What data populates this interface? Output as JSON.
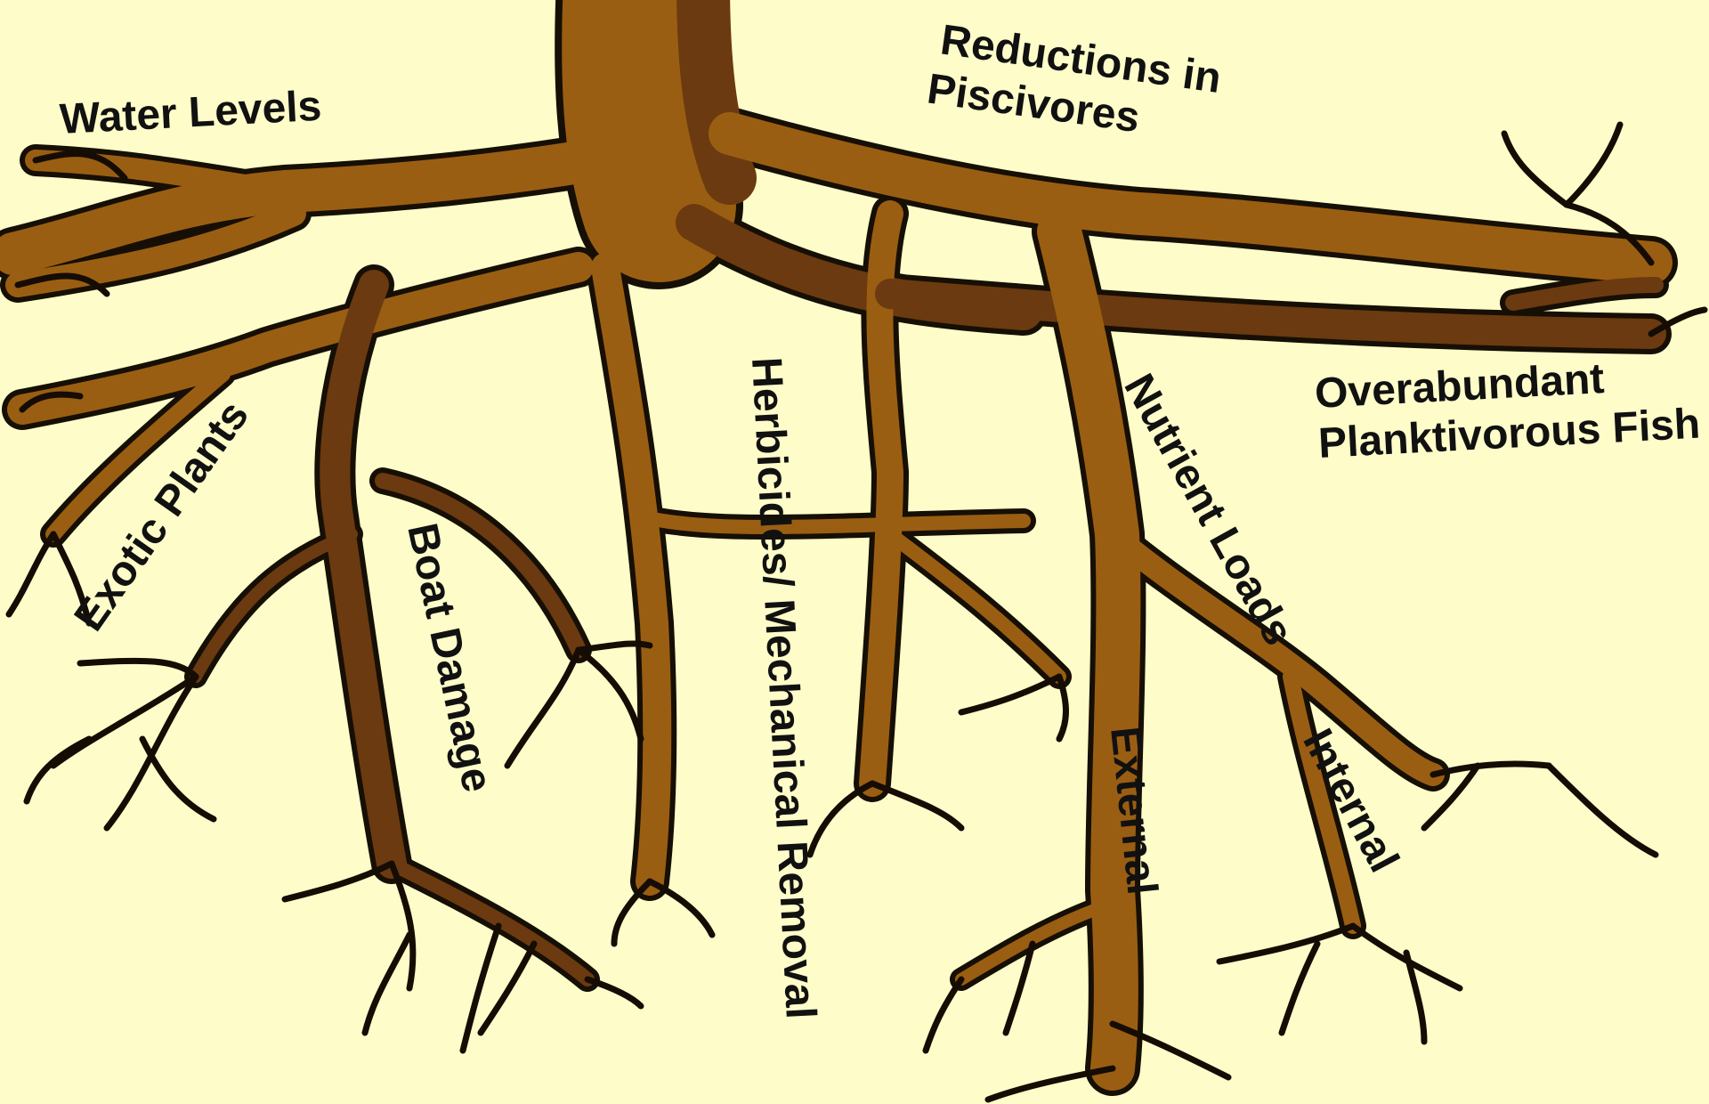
{
  "labels": {
    "water_levels": "Water Levels",
    "reductions_line1": "Reductions in",
    "reductions_line2": "Piscivores",
    "overabundant_line1": "Overabundant",
    "overabundant_line2": "Planktivorous Fish",
    "exotic_plants": "Exotic Plants",
    "boat_damage": "Boat Damage",
    "herbicides": "Herbicides/ Mechanical Removal",
    "nutrient_loads": "Nutrient Loads",
    "external": "External",
    "internal": "Internal"
  },
  "colors": {
    "background": "#fefdc9",
    "root_fill": "#9a5e12",
    "root_dark": "#6b3a10",
    "outline": "#160f05",
    "label": "#111111"
  }
}
